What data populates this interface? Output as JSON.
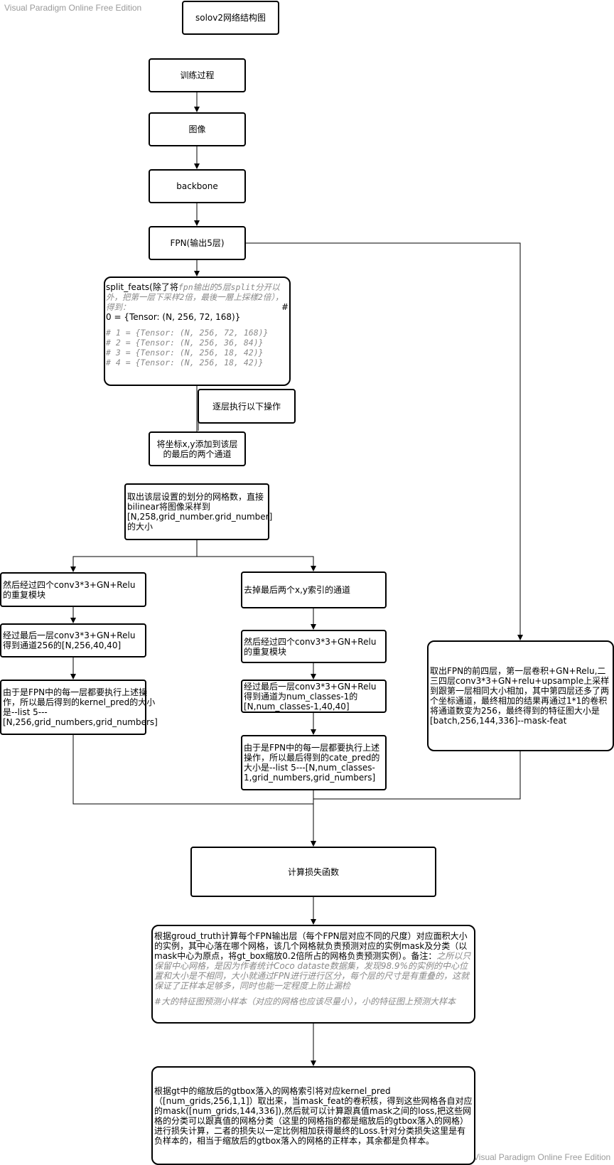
{
  "watermarks": {
    "top": "Visual Paradigm Online Free Edition",
    "bottom": "Visual Paradigm Online Free Edition"
  },
  "nodes": {
    "title": "solov2网络结构图",
    "train": "训练过程",
    "image": "图像",
    "backbone": "backbone",
    "fpn": "FPN(输出5层)",
    "split": {
      "head": "split_feats(除了将",
      "head_code": "fpn输出的5层split分开以外，把第一层下采样2倍，最後一層上採樣2倍），得到：",
      "hash": "#",
      "line0": "0 = {Tensor: (N, 256, 72, 168)}",
      "code_lines": [
        "# 1 = {Tensor: (N, 256, 72, 168)}",
        "# 2 = {Tensor: (N, 256, 36, 84)}",
        "# 3 = {Tensor: (N, 256, 18, 42)}",
        "# 4 = {Tensor: (N, 256, 18, 42)}"
      ]
    },
    "per_layer": "逐层执行以下操作",
    "coords": "将坐标x,y添加到该层的最后的两个通道",
    "grid": "取出该层设置的划分的网格数，直接bilinear将图像采样到[N,258,grid_number.grid_number]的大小",
    "k1": "然后经过四个conv3*3+GN+Relu的重复模块",
    "k2": "经过最后一层conv3*3+GN+Relu得到通道256的[N,256,40,40]",
    "k3": "由于是FPN中的每一层都要执行上述操作，所以最后得到的kernel_pred的大小是--list 5---[N,256,grid_numbers,grid_numbers]",
    "c1": "去掉最后两个x,y索引的通道",
    "c2": "然后经过四个conv3*3+GN+Relu的重复模块",
    "c3": "经过最后一层conv3*3+GN+Relu得到通道为num_classes-1的[N,num_classes-1,40,40]",
    "c4": "由于是FPN中的每一层都要执行上述操作，所以最后得到的cate_pred的大小是--list 5---[N,num_classes-1,grid_numbers,grid_numbers]",
    "mask": "取出FPN的前四层，第一层卷积+GN+Relu,二三四层conv3*3+GN+relu+upsample上采样到跟第一层相同大小相加，其中第四层还多了两个坐标通道，最终相加的结果再通过1*1的卷积将通道数变为256，最终得到的特征图大小是[batch,256,144,336]--mask-feat",
    "loss": "计算损失函数",
    "assign": {
      "text": "根据groud_truth计算每个FPN输出层（每个FPN层对应不同的尺度）对应面积大小的实例，其中心落在哪个网格，该几个网格就负责预测对应的实例mask及分类（以mask中心为原点，将gt_box缩放0.2倍所占的网格负责预测实例）。备注：",
      "note": "之所以只保留中心网格，是因为作者统计Coco dataste数据集，发现98.9%的实例的中心位置和大小是不相同，大小就通过FPN进行进行区分，每个层的尺寸是有重叠的，这就保证了正样本足够多，同时也能一定程度上防止漏检",
      "comment": "#大的特征图预测小样本（对应的网格也应该尽量小），小的特征图上预测大样本"
    },
    "final": "根据gt中的缩放后的gtbox落入的网格索引将对应kernel_pred（[num_grids,256,1,1]）取出来，当mask_feat的卷积核，得到这些网格各自对应的mask([num_grids,144,336]),然后就可以计算跟真值mask之间的loss,把这些网格的分类可以跟真值的网格分类（这里的网格指的都是缩放后的gtbox落入的网格）进行损失计算，二者的损失以一定比例相加获得最终的Loss.针对分类损失这里是有负样本的，相当于缩放后的gtbox落入的网格的正样本，其余都是负样本。"
  }
}
